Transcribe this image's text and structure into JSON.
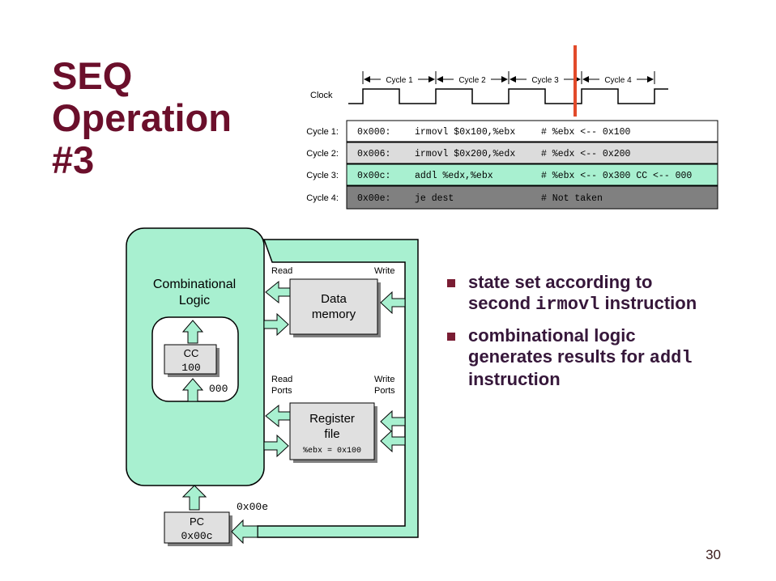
{
  "slide": {
    "title_lines": [
      "SEQ",
      "Operation",
      "#3"
    ],
    "page_number": "30"
  },
  "timing": {
    "clock_label": "Clock",
    "cycle_labels": [
      "Cycle 1",
      "Cycle 2",
      "Cycle 3",
      "Cycle 4"
    ],
    "rows": [
      {
        "label": "Cycle 1:",
        "addr": "0x000:",
        "instr": "irmovl $0x100,%ebx",
        "comment": "# %ebx <-- 0x100",
        "fill": "#ffffff"
      },
      {
        "label": "Cycle 2:",
        "addr": "0x006:",
        "instr": "irmovl $0x200,%edx",
        "comment": "# %edx <-- 0x200",
        "fill": "#dcdcdc"
      },
      {
        "label": "Cycle 3:",
        "addr": "0x00c:",
        "instr": "addl %edx,%ebx",
        "comment": "# %ebx <-- 0x300 CC <-- 000",
        "fill": "#a8f0d0"
      },
      {
        "label": "Cycle 4:",
        "addr": "0x00e:",
        "instr": "je dest",
        "comment": "# Not taken",
        "fill": "#808080"
      }
    ],
    "marker_color": "#e24a2a"
  },
  "diagram": {
    "comb_logic_lines": [
      "Combinational",
      "Logic"
    ],
    "cc_label": "CC",
    "cc_value": "100",
    "cc_next": "000",
    "data_mem_lines": [
      "Data",
      "memory"
    ],
    "data_read": "Read",
    "data_write": "Write",
    "reg_read_lines": [
      "Read",
      "Ports"
    ],
    "reg_write_lines": [
      "Write",
      "Ports"
    ],
    "reg_lines": [
      "Register",
      "file"
    ],
    "reg_value": "%ebx = 0x100",
    "pc_label": "PC",
    "pc_value": "0x00c",
    "pc_next": "0x00e",
    "green": "#a8f0d0"
  },
  "bullets": [
    {
      "text_parts": [
        "state set according to second ",
        "irmovl",
        " instruction"
      ]
    },
    {
      "text_parts": [
        "combinational logic generates results for ",
        "addl",
        " instruction"
      ]
    }
  ]
}
